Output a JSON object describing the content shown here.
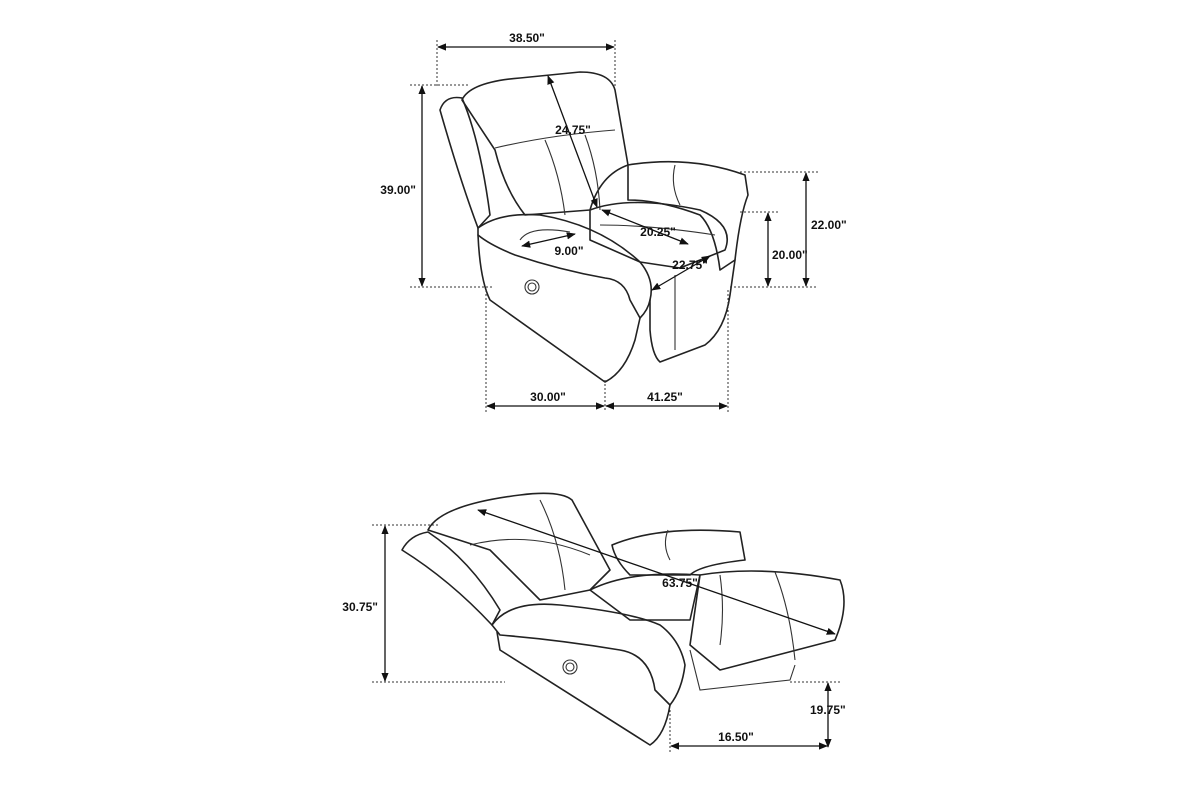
{
  "diagram": {
    "upright_view": {
      "width": "38.50\"",
      "height": "39.00\"",
      "back_height": "24.75\"",
      "seat_width": "20.25\"",
      "arm_width": "9.00\"",
      "seat_depth": "22.75\"",
      "arm_height": "22.00\"",
      "seat_height": "20.00\"",
      "depth": "30.00\"",
      "depth_extended": "41.25\""
    },
    "reclined_view": {
      "height": "30.75\"",
      "length": "63.75\"",
      "footrest_height": "19.75\"",
      "footrest_extension": "16.50\""
    }
  }
}
